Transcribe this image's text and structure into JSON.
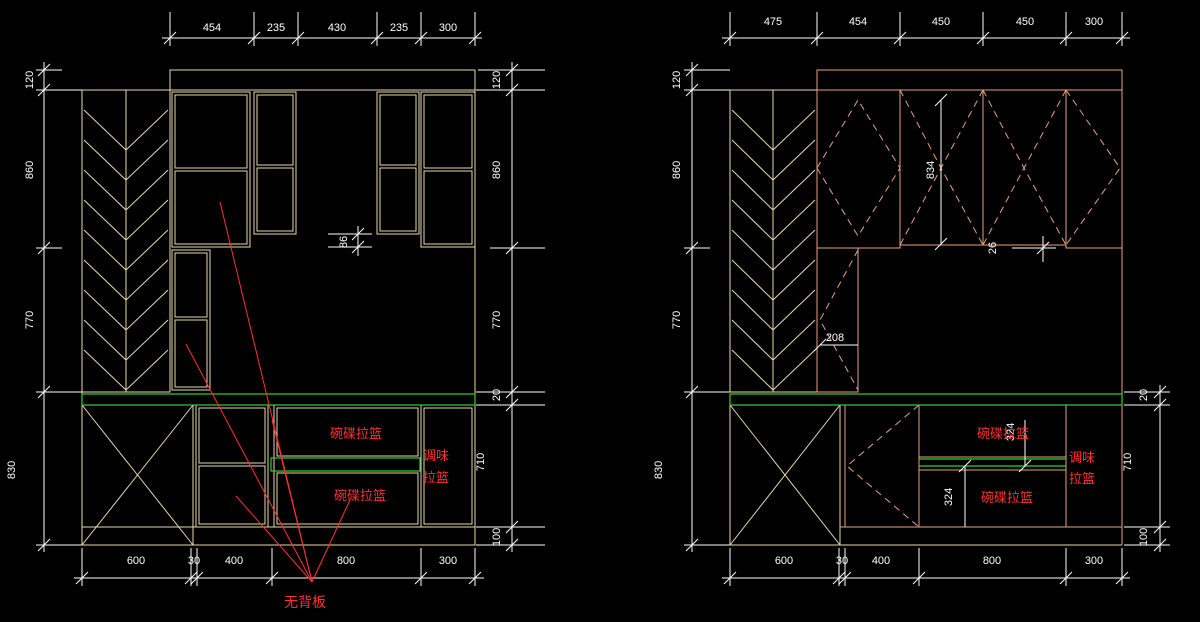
{
  "colors": {
    "background": "#000000",
    "dimension": "#ffffff",
    "cabinet_left": "#e8d9a8",
    "cabinet_right": "#e8a17a",
    "countertop": "#2fd22f",
    "annotation": "#ff3030"
  },
  "left": {
    "top_dims": [
      "454",
      "235",
      "430",
      "235",
      "300"
    ],
    "bottom_dims": [
      "600",
      "30",
      "400",
      "800",
      "300"
    ],
    "left_dims": [
      "120",
      "860",
      "770",
      "830"
    ],
    "right_dims": [
      "120",
      "860",
      "770",
      "20",
      "710",
      "100"
    ],
    "inner_dim": "86",
    "labels": {
      "basket_top": "碗碟拉篮",
      "basket_bottom": "碗碟拉篮",
      "seasoning_1": "调味",
      "seasoning_2": "拉篮",
      "no_back": "无背板"
    }
  },
  "right": {
    "top_dims": [
      "475",
      "454",
      "450",
      "450",
      "300"
    ],
    "bottom_dims": [
      "600",
      "30",
      "400",
      "800",
      "300"
    ],
    "left_dims": [
      "120",
      "860",
      "770",
      "830"
    ],
    "right_dims": [
      "20",
      "710",
      "100"
    ],
    "inner_dims": [
      "834",
      "26",
      "208",
      "324",
      "324"
    ],
    "labels": {
      "basket_top": "碗碟拉篮",
      "basket_bottom": "碗碟拉篮",
      "seasoning_1": "调味",
      "seasoning_2": "拉篮"
    }
  }
}
